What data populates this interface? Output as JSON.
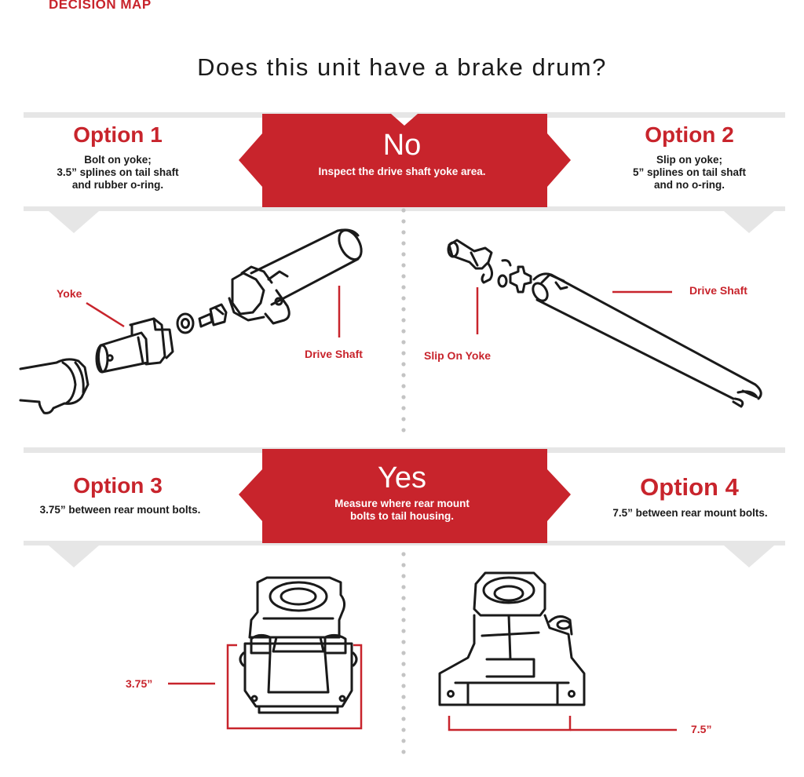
{
  "header": {
    "label": "DECISION MAP"
  },
  "question": "Does this unit have a brake drum?",
  "no_section": {
    "banner_title": "No",
    "banner_subtitle": "Inspect the drive shaft yoke area.",
    "option1": {
      "title": "Option 1",
      "desc_lines": [
        "Bolt on yoke;",
        "3.5” splines on tail shaft",
        "and rubber o-ring."
      ],
      "labels": {
        "yoke": "Yoke",
        "drive_shaft": "Drive Shaft"
      }
    },
    "option2": {
      "title": "Option 2",
      "desc_lines": [
        "Slip on yoke;",
        "5” splines on tail shaft",
        "and no o-ring."
      ],
      "labels": {
        "drive_shaft": "Drive Shaft",
        "slip_on_yoke": "Slip On Yoke"
      }
    }
  },
  "yes_section": {
    "banner_title": "Yes",
    "banner_subtitle_lines": [
      "Measure where rear mount",
      "bolts to tail housing."
    ],
    "option3": {
      "title": "Option 3",
      "desc": "3.75” between rear mount bolts.",
      "measure_label": "3.75”"
    },
    "option4": {
      "title": "Option 4",
      "desc": "7.5” between rear mount bolts.",
      "measure_label": "7.5”"
    }
  },
  "colors": {
    "accent_red": "#c8242c",
    "band_gray": "#e9e9e9",
    "line_dark": "#1a1a1a",
    "dot_gray": "#c4c4c4"
  }
}
